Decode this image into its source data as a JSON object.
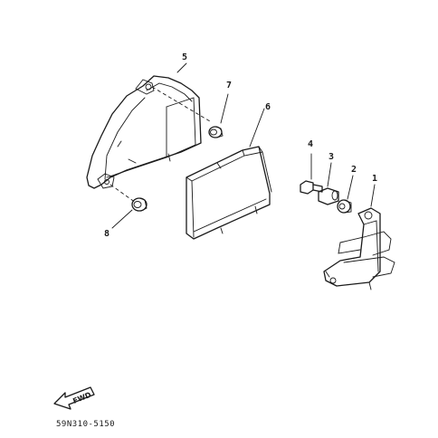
{
  "diagram": {
    "callouts": [
      {
        "id": "1",
        "label": "1"
      },
      {
        "id": "2",
        "label": "2"
      },
      {
        "id": "3",
        "label": "3"
      },
      {
        "id": "4",
        "label": "4"
      },
      {
        "id": "5",
        "label": "5"
      },
      {
        "id": "6",
        "label": "6"
      },
      {
        "id": "7",
        "label": "7"
      },
      {
        "id": "8",
        "label": "8"
      }
    ],
    "fwd_label": "FWD",
    "figure_code": "59N310-5150"
  }
}
